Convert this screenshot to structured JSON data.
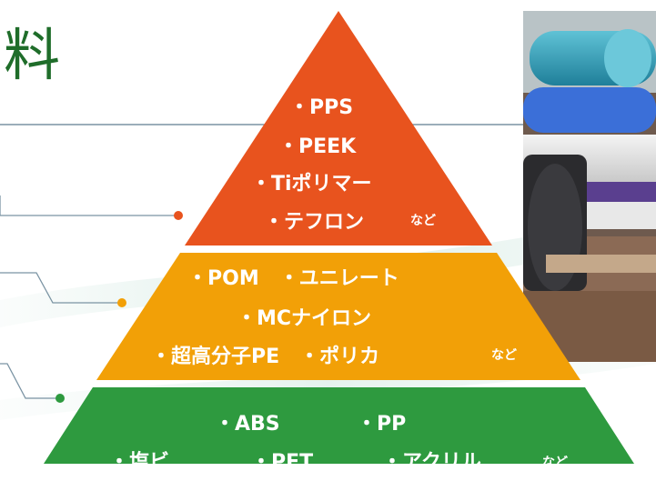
{
  "title_char": "料",
  "tiers": {
    "top": {
      "color": "#e8531e",
      "lines": [
        "・PPS",
        "・PEEK",
        "・Tiポリマー",
        "・テフロン"
      ],
      "suffix": "など"
    },
    "middle": {
      "color": "#f2a007",
      "lines": [
        "・POM　・ユニレート",
        "・MCナイロン",
        "・超高分子PE　・ポリカ"
      ],
      "suffix": "など"
    },
    "bottom": {
      "color": "#2e9a3f",
      "line1": [
        "・ABS",
        "・PP"
      ],
      "line2": [
        "・塩ビ",
        "・PET",
        "・アクリル"
      ],
      "suffix": "など"
    }
  },
  "colors": {
    "connector": "#7a93a3",
    "dot_top": "#e8531e",
    "dot_middle": "#f2a007",
    "dot_bottom": "#2e9a3f",
    "title_green": "#1f6d2a"
  },
  "icons": {
    "photo": "plastic-rods-photo"
  }
}
